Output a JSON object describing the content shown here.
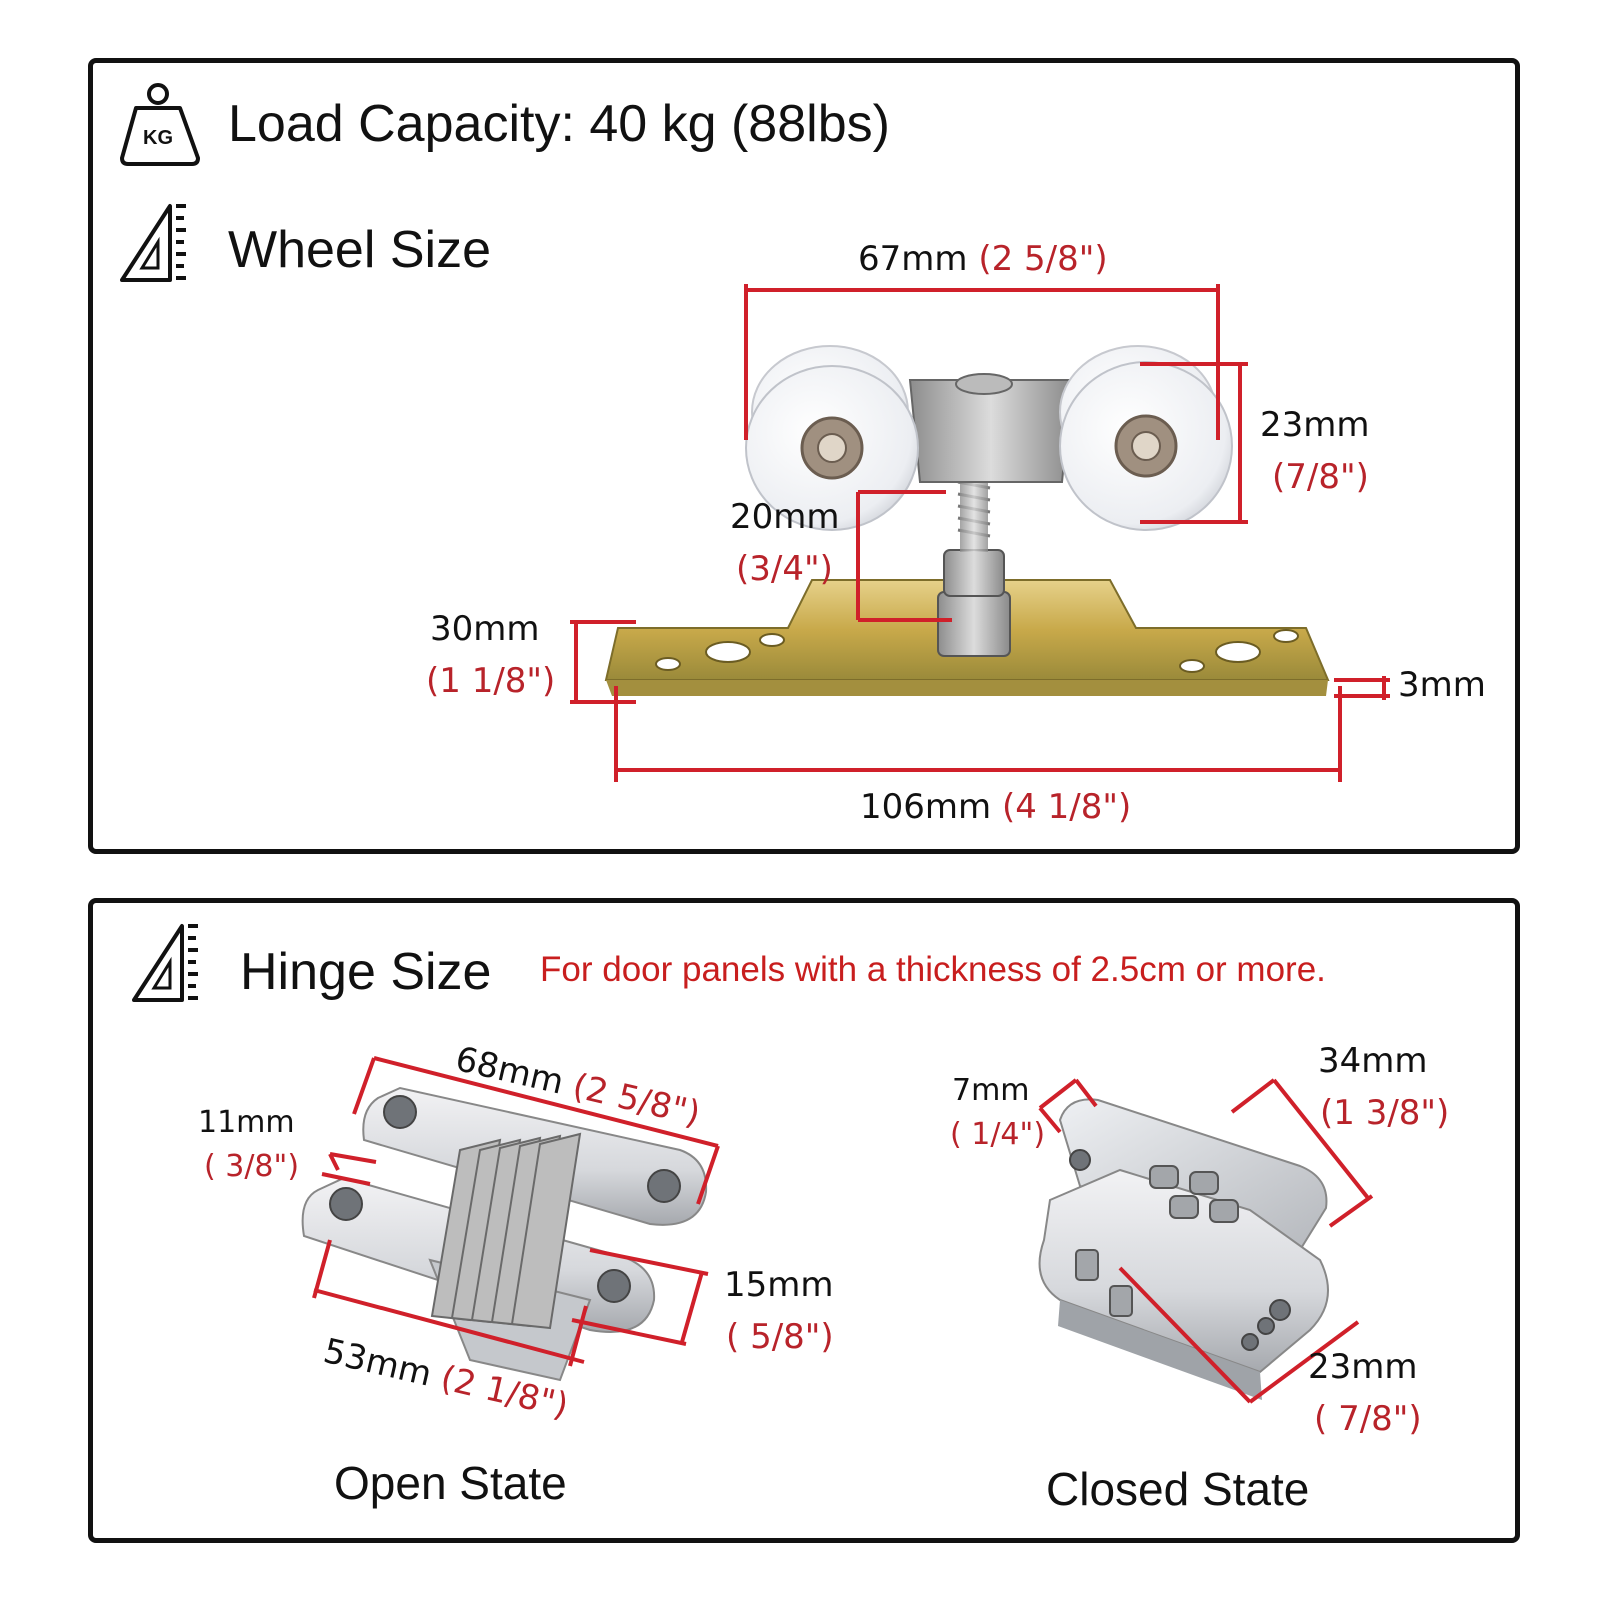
{
  "load": {
    "icon": "kg-weight-icon",
    "icon_text": "KG",
    "label": "Load Capacity: 40 kg (88lbs)"
  },
  "wheel": {
    "icon": "ruler-triangle-icon",
    "title": "Wheel Size",
    "dims": {
      "width_top": {
        "mm": "67mm",
        "in": "(2 5/8\")"
      },
      "wheel_height": {
        "mm": "23mm",
        "in": "(7/8\")"
      },
      "stem": {
        "mm": "20mm",
        "in": "(3/4\")"
      },
      "plate_height": {
        "mm": "30mm",
        "in": "(1 1/8\")"
      },
      "thickness": {
        "mm": "3mm"
      },
      "length": {
        "mm": "106mm",
        "in": "(4 1/8\")"
      }
    }
  },
  "hinge": {
    "icon": "ruler-triangle-icon",
    "title": "Hinge Size",
    "note": "For door panels with a thickness of 2.5cm or more.",
    "open": {
      "caption": "Open State",
      "dims": {
        "length": {
          "mm": "68mm",
          "in": "(2 5/8\")"
        },
        "thickness": {
          "mm": "11mm",
          "in": "( 3/8\")"
        },
        "body": {
          "mm": "15mm",
          "in": "( 5/8\")"
        },
        "bottom": {
          "mm": "53mm",
          "in": "(2 1/8\")"
        }
      }
    },
    "closed": {
      "caption": "Closed State",
      "dims": {
        "gap": {
          "mm": "7mm",
          "in": "( 1/4\")"
        },
        "width": {
          "mm": "34mm",
          "in": "(1 3/8\")"
        },
        "depth": {
          "mm": "23mm",
          "in": "( 7/8\")"
        }
      }
    }
  },
  "colors": {
    "dimension_line": "#d0202a",
    "metric_text": "#111111",
    "imperial_text": "#b8232a",
    "note_text": "#c81e1e"
  }
}
